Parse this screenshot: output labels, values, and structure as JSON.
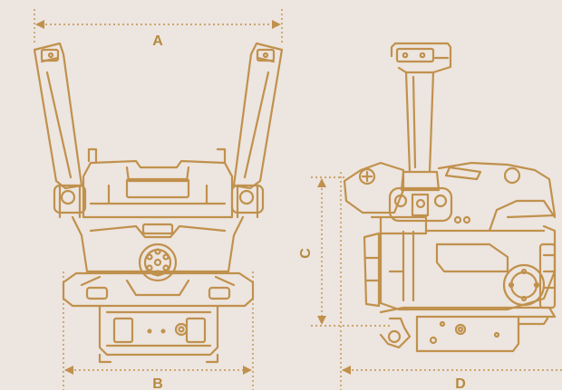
{
  "colors": {
    "background": "#ede5df",
    "line": "#c0914d",
    "label": "#b48a3e"
  },
  "dimensions": {
    "a_label": "A",
    "b_label": "B",
    "c_label": "C",
    "d_label": "D"
  }
}
